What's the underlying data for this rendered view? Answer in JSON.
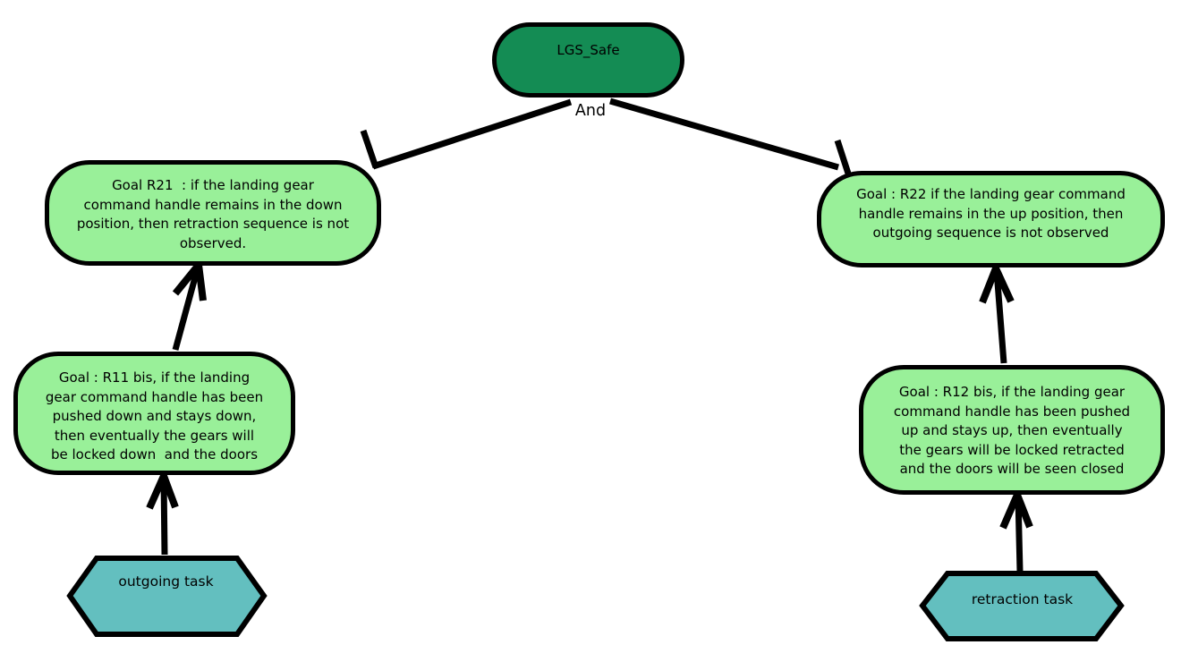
{
  "diagram": {
    "type": "goal-refinement-diagram",
    "operator_label": "And",
    "root_goal": {
      "label": "LGS_Safe"
    },
    "goals": [
      {
        "id": "R21",
        "lines": [
          "Goal R21  : if the landing gear",
          "command handle remains in the down",
          "position, then retraction sequence is not",
          "observed."
        ]
      },
      {
        "id": "R22",
        "lines": [
          "Goal : R22 if the landing gear command",
          "handle remains in the up position, then",
          "outgoing sequence is not observed"
        ]
      },
      {
        "id": "R11 bis",
        "lines": [
          "Goal : R11 bis, if the landing",
          "gear command handle has been",
          "pushed down and stays down,",
          "then eventually the gears will",
          "be locked down  and the doors"
        ]
      },
      {
        "id": "R12 bis",
        "lines": [
          "Goal : R12 bis, if the landing gear",
          "command handle has been pushed",
          "up and stays up, then eventually",
          "the gears will be locked retracted",
          "and the doors will be seen closed"
        ]
      }
    ],
    "tasks": [
      {
        "label": "outgoing task"
      },
      {
        "label": "retraction task"
      }
    ],
    "colors": {
      "root_goal_fill": "#148c54",
      "goal_fill": "#99f099",
      "task_fill": "#63bfbf",
      "stroke": "#000000",
      "background": "#ffffff"
    }
  }
}
